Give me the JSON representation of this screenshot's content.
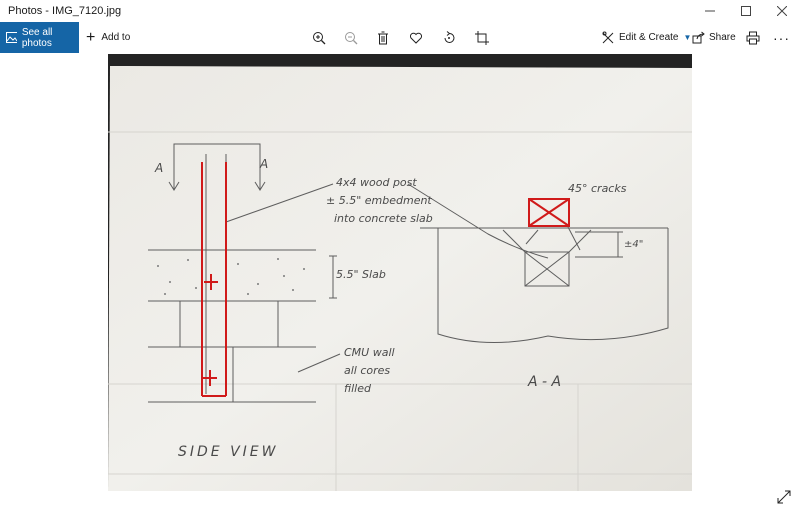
{
  "window": {
    "title": "Photos - IMG_7120.jpg",
    "controls": [
      "minimize",
      "maximize",
      "close"
    ]
  },
  "toolbar": {
    "see_all_label": "See all photos",
    "add_to_label": "Add to",
    "edit_create_label": "Edit & Create",
    "share_label": "Share",
    "more_label": "···",
    "icons": [
      "zoom-in-icon",
      "zoom-out-icon",
      "delete-icon",
      "favorite-icon",
      "rotate-icon",
      "crop-icon",
      "edit-icon",
      "share-icon",
      "print-icon",
      "more-icon",
      "expand-icon"
    ],
    "accent": "#1565a6"
  },
  "sketch": {
    "section_mark": "A",
    "post_note_line1": "4x4 wood post",
    "post_note_line2": "± 5.5\" embedment",
    "post_note_line3": "into concrete slab",
    "slab_label": "5.5\" Slab",
    "cracks_label": "45° cracks",
    "depth_label": "±4\"",
    "cmu_line1": "CMU wall",
    "cmu_line2": "all cores",
    "cmu_line3": "filled",
    "section_label": "A - A",
    "side_view_label": "SIDE VIEW",
    "markup_color": "#d01a1a"
  }
}
